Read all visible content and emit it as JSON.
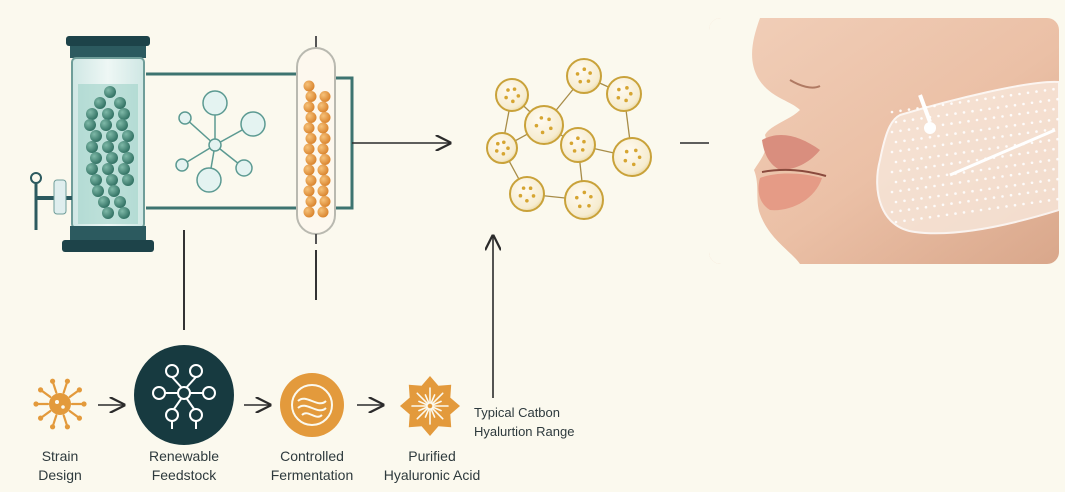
{
  "steps": [
    {
      "line1": "Strain",
      "line2": "Design",
      "icon": "microbe-icon"
    },
    {
      "line1": "Renewable",
      "line2": "Feedstock",
      "icon": "network-icon"
    },
    {
      "line1": "Controlled",
      "line2": "Fermentation",
      "icon": "swirl-icon"
    },
    {
      "line1": "Purified",
      "line2": "Hyaluronic Acid",
      "icon": "starburst-icon"
    }
  ],
  "note": {
    "line1": "Typical Catbon",
    "line2": "Hyalurtion Range"
  },
  "colors": {
    "dark_teal": "#173a40",
    "teal": "#3e8a7e",
    "orange": "#e39a3c",
    "gold": "#c9a23a",
    "background": "#fbf9ee"
  }
}
